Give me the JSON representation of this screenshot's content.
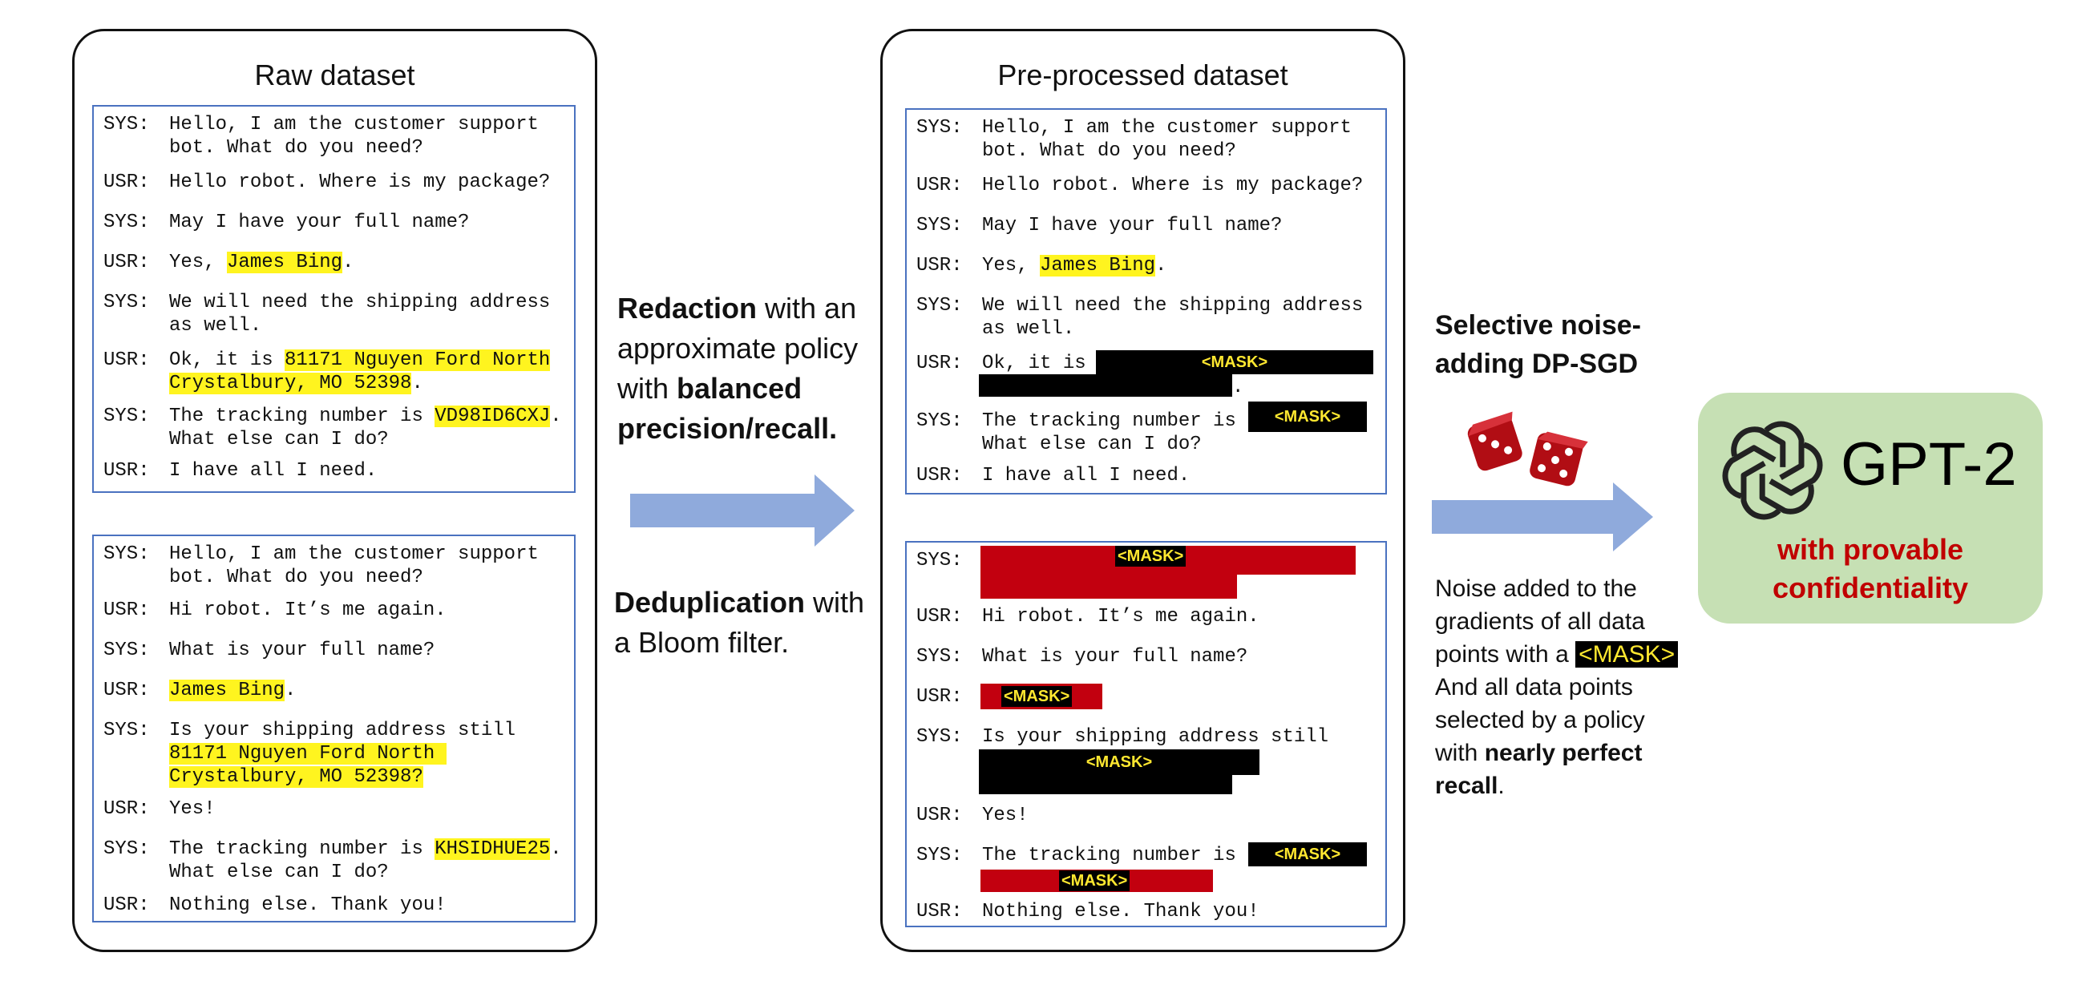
{
  "raw": {
    "title": "Raw dataset",
    "dialog1": {
      "r1": {
        "spk": "SYS:",
        "l1": "Hello, I am the customer support",
        "l2": "bot. What do you need?"
      },
      "r2": {
        "spk": "USR:",
        "l1": "Hello robot. Where is my package?"
      },
      "r3": {
        "spk": "SYS:",
        "l1": "May I have your full name?"
      },
      "r4": {
        "spk": "USR:",
        "pre": "Yes, ",
        "hl": "James Bing",
        "post": "."
      },
      "r5": {
        "spk": "SYS:",
        "l1": "We will need the shipping address",
        "l2": "as well."
      },
      "r6": {
        "spk": "USR:",
        "pre": "Ok, it is ",
        "hl1": "81171 Nguyen Ford North",
        "hl2": "Crystalbury, MO 52398",
        "post": "."
      },
      "r7": {
        "spk": "SYS:",
        "pre": "The tracking number is ",
        "hl": "VD98ID6CXJ",
        "post": ".",
        "l2": "What else can I do?"
      },
      "r8": {
        "spk": "USR:",
        "l1": "I have all I need."
      }
    },
    "dialog2": {
      "r1": {
        "spk": "SYS:",
        "l1": "Hello, I am the customer support",
        "l2": "bot. What do you need?"
      },
      "r2": {
        "spk": "USR:",
        "l1": "Hi robot. It’s me again."
      },
      "r3": {
        "spk": "SYS:",
        "l1": "What is your full name?"
      },
      "r4": {
        "spk": "USR:",
        "hl": "James Bing",
        "post": "."
      },
      "r5": {
        "spk": "SYS:",
        "l1": "Is your shipping address still",
        "hl1": "81171 Nguyen Ford North ",
        "hl2": "Crystalbury, MO 52398?"
      },
      "r6": {
        "spk": "USR:",
        "l1": "Yes!"
      },
      "r7": {
        "spk": "SYS:",
        "pre": "The tracking number is ",
        "hl": "KHSIDHUE25",
        "post": ".",
        "l2": "What else can I do?"
      },
      "r8": {
        "spk": "USR:",
        "l1": "Nothing else. Thank you!"
      }
    }
  },
  "pre": {
    "title": "Pre-processed dataset",
    "mask": "<MASK>",
    "dialog1": {
      "r1": {
        "spk": "SYS:",
        "l1": "Hello, I am the customer support",
        "l2": "bot. What do you need?"
      },
      "r2": {
        "spk": "USR:",
        "l1": "Hello robot. Where is my package?"
      },
      "r3": {
        "spk": "SYS:",
        "l1": "May I have your full name?"
      },
      "r4": {
        "spk": "USR:",
        "pre": "Yes, ",
        "hl": "James Bing",
        "post": "."
      },
      "r5": {
        "spk": "SYS:",
        "l1": "We will need the shipping address",
        "l2": "as well."
      },
      "r6": {
        "spk": "USR:",
        "pre": "Ok, it is",
        "post": "."
      },
      "r7": {
        "spk": "SYS:",
        "pre": "The tracking number is",
        "post": ".",
        "l2": "What else can I do?"
      },
      "r8": {
        "spk": "USR:",
        "l1": "I have all I need."
      }
    },
    "dialog2": {
      "r1": {
        "spk": "SYS:"
      },
      "r2": {
        "spk": "USR:",
        "l1": "Hi robot. It’s me again."
      },
      "r3": {
        "spk": "SYS:",
        "l1": "What is your full name?"
      },
      "r4": {
        "spk": "USR:",
        "post": "."
      },
      "r5": {
        "spk": "SYS:",
        "l1": "Is your shipping address still"
      },
      "r6": {
        "spk": "USR:",
        "l1": "Yes!"
      },
      "r7": {
        "spk": "SYS:",
        "pre": "The tracking number is",
        "post": "."
      },
      "r8": {
        "spk": "USR:",
        "l1": "Nothing else. Thank you!"
      }
    }
  },
  "middle": {
    "redaction_bold": "Redaction",
    "redaction_rest": " with an",
    "line2": "approximate policy",
    "line3_pre": "with ",
    "line3_bold": "balanced",
    "line4_bold": "precision/recall.",
    "dedup_bold": "Deduplication",
    "dedup_rest": " with",
    "dedup_line2": "a Bloom filter."
  },
  "right": {
    "title_l1": "Selective noise-",
    "title_l2": "adding DP-SGD",
    "n1": "Noise added to the",
    "n2": "gradients of all data",
    "n3_pre": "points with a ",
    "n3_mask": "<MASK>",
    "n4": "And all data points",
    "n5": "selected by a policy",
    "n6_pre": "with ",
    "n6_bold": "nearly perfect",
    "n7_bold": "recall",
    "n7_post": "."
  },
  "gpt": {
    "title": "GPT-2",
    "sub1": "with provable",
    "sub2": "confidentiality"
  },
  "colors": {
    "box_border": "#4a72c0",
    "highlight": "#fff41f",
    "mask_text": "#ffe830",
    "red_bar": "#c2000f",
    "arrow": "#8faadc",
    "gpt_bg": "#c6e0b4",
    "gpt_sub": "#c00000"
  }
}
